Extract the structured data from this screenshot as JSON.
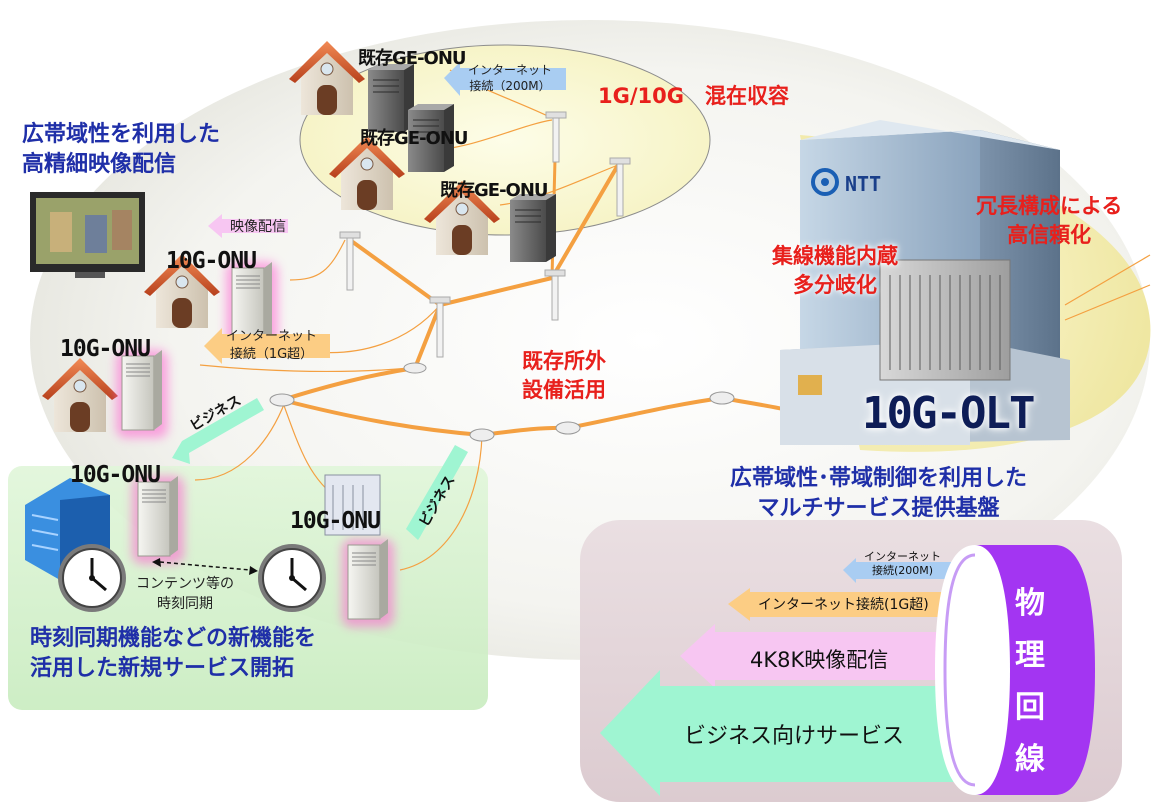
{
  "labels": {
    "top_onu_1": "既存GE-ONU",
    "top_onu_2": "既存GE-ONU",
    "top_onu_3": "既存GE-ONU",
    "internet_200m_top_line1": "インターネット",
    "internet_200m_top_line2": "接続（200M）",
    "mixed": "1G/10G　混在収容",
    "hd_video_line1": "広帯域性を利用した",
    "hd_video_line2": "高精細映像配信",
    "video_delivery": "映像配信",
    "onu_10g_1": "10G-ONU",
    "onu_10g_2": "10G-ONU",
    "onu_10g_3": "10G-ONU",
    "onu_10g_4": "10G-ONU",
    "internet_1g_line1": "インターネット",
    "internet_1g_line2": "接続（1G超）",
    "existing_outside_line1": "既存所外",
    "existing_outside_line2": "設備活用",
    "business_1": "ビジネス",
    "business_2": "ビジネス",
    "concentrator_line1": "集線機能内蔵",
    "concentrator_line2": "多分岐化",
    "redundant_line1": "冗長構成による",
    "redundant_line2": "高信頼化",
    "ntt": "NTT",
    "olt": "10G-OLT",
    "multiservice_line1": "広帯域性･帯域制御を利用した",
    "multiservice_line2": "マルチサービス提供基盤",
    "time_sync_small_line1": "コンテンツ等の",
    "time_sync_small_line2": "時刻同期",
    "new_service_line1": "時刻同期機能などの新機能を",
    "new_service_line2": "活用した新規サービス開拓"
  },
  "physical_line": {
    "chars": [
      "物",
      "理",
      "回",
      "線"
    ],
    "arrows": [
      {
        "line1": "インターネット",
        "line2": "接続(200M)",
        "color": "#a9cdf2"
      },
      {
        "line1": "インターネット接続(1G超)",
        "line2": "",
        "color": "#fccd84"
      },
      {
        "line1": "4K8K映像配信",
        "line2": "",
        "color": "#f7c6f2"
      },
      {
        "line1": "ビジネス向けサービス",
        "line2": "",
        "color": "#9ff5d2"
      }
    ]
  },
  "colors": {
    "blue_text": "#1f2fa8",
    "red_text": "#e8201c",
    "fiber": "#f4a041",
    "purple": "#a335f2",
    "green_panel": "#d6f2cf",
    "mauve_panel": "#e3d5d9"
  }
}
